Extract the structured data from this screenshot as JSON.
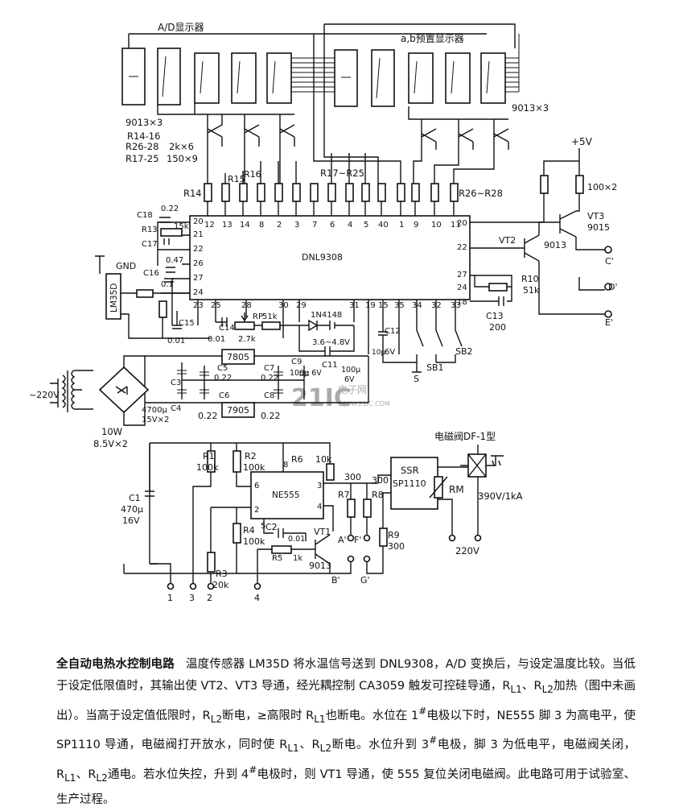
{
  "labels": {
    "ad_display": "A/D显示器",
    "ab_display": "a,b预置显示器",
    "q_left": "9013×3",
    "q_right": "9013×3",
    "r_list_1": "R14-16",
    "r_list_2": "R26-28",
    "r_list_3": "R17-25",
    "r_val_1": "2k×6",
    "r_val_2": "150×9",
    "r14": "R14",
    "r15": "R15",
    "r16": "R16",
    "r17_25": "R17~R25",
    "r26_28": "R26~R28",
    "chip": "DNL9308",
    "pins_top": [
      "12",
      "13",
      "14",
      "8",
      "2",
      "3",
      "7",
      "6",
      "4",
      "5",
      "40",
      "1",
      "9",
      "10",
      "11"
    ],
    "pins_left": [
      "20",
      "21",
      "22",
      "26",
      "27",
      "24"
    ],
    "pins_bottom": [
      "23",
      "25",
      "28",
      "30",
      "29",
      "31",
      "19",
      "15",
      "35",
      "34",
      "32",
      "33"
    ],
    "pins_right": [
      "20",
      "22",
      "27",
      "24",
      "18"
    ],
    "c18": "C18",
    "c18v": "0.22",
    "r13": "R13",
    "r13v": "15k",
    "c17": "C17",
    "c16v": "0.47",
    "c16": "C16",
    "gnd": "GND",
    "lm": "LM35D",
    "v01": "0.1",
    "c15": "C15",
    "c15v": "0.01",
    "c14": "C14",
    "c14v": "0.01",
    "rp": "RP",
    "rpv": "2.7k",
    "r51k": "51k",
    "diode": "1N4148",
    "bat": "3.6~4.8V",
    "c11": "C11",
    "c12": "C12",
    "c12v1": "10μ",
    "c12v2": "6V",
    "c9": "C9",
    "c9v": "100μ 6V",
    "c100": "100μ",
    "c100v": "6V",
    "sb1": "SB1",
    "sb2": "SB2",
    "s": "S",
    "vt3": "VT3",
    "vt3t": "9015",
    "vt2": "VT2",
    "vt2t": "9013",
    "p5v": "+5V",
    "r100x2": "100×2",
    "c_out": "C'",
    "d_out": "D'",
    "e_out": "E'",
    "r10": "R10",
    "r10v": "51k",
    "c13": "C13",
    "c13v": "200",
    "reg1": "7805",
    "reg2": "7905",
    "c3": "C3",
    "c4": "C4",
    "c5": "C5",
    "c5v": "0.22",
    "c6": "C6",
    "c7": "C7",
    "c7v": "0.22",
    "c8": "C8",
    "c6v": "0.22",
    "c4v": "0.22",
    "ac": "~220V",
    "cap_big": "4700μ",
    "cap_big_v": "15V×2",
    "tr1": "10W",
    "tr2": "8.5V×2",
    "r1": "R1",
    "r1v": "100k",
    "r2": "R2",
    "r2v": "100k",
    "r6": "R6",
    "r6v": "10k",
    "c1": "C1",
    "c1v": "470μ",
    "c1v2": "16V",
    "ne": "NE555",
    "p8": "8",
    "p3": "3",
    "p6": "6",
    "p2": "2",
    "p4": "4",
    "p5": "5",
    "r4": "R4",
    "r4v": "100k",
    "r3": "R3",
    "r3v": "20k",
    "c2": "C2",
    "c2v": "0.01",
    "r5": "R5",
    "r5v": "1k",
    "vt1": "VT1",
    "vt1t": "9013",
    "r7": "R7",
    "r7v": "300",
    "r8": "R8",
    "r8v": "300",
    "r9": "R9",
    "r9v": "300",
    "r300": "300",
    "a_out": "A'",
    "f_out": "F'",
    "b_out": "B'",
    "g_out": "G'",
    "ssr1": "SSR",
    "ssr2": "SP1110",
    "rm": "RM",
    "valve": "电磁阀DF-1型",
    "v390": "390V/1kA",
    "v220": "220V",
    "e1": "1",
    "e3": "3",
    "e2": "2",
    "e4": "4",
    "watermark": "21IC",
    "watermark_cn": "电子网",
    "watermark_url": "WWW.21IC.COM"
  },
  "caption": {
    "title": "全自动电热水控制电路",
    "body": "温度传感器 LM35D 将水温信号送到 DNL9308，A/D 变换后，与设定温度比较。当低于设定低限值时，其输出使 VT2、VT3 导通，经光耦控制 CA3059 触发可控硅导通，R<sub>L1</sub>、R<sub>L2</sub>加热（图中未画出）。当高于设定值低限时，R<sub>L2</sub>断电，≥高限时 R<sub>L1</sub>也断电。水位在 1<sup>#</sup>电极以下时，NE555 脚 3 为高电平，使 SP1110 导通，电磁阀打开放水，同时使 R<sub>L1</sub>、R<sub>L2</sub>断电。水位升到 3<sup>#</sup>电极，脚 3 为低电平，电磁阀关闭，R<sub>L1</sub>、R<sub>L2</sub>通电。若水位失控，升到 4<sup>#</sup>电极时，则 VT1 导通，使 555 复位关闭电磁阀。此电路可用于试验室、生产过程。"
  }
}
